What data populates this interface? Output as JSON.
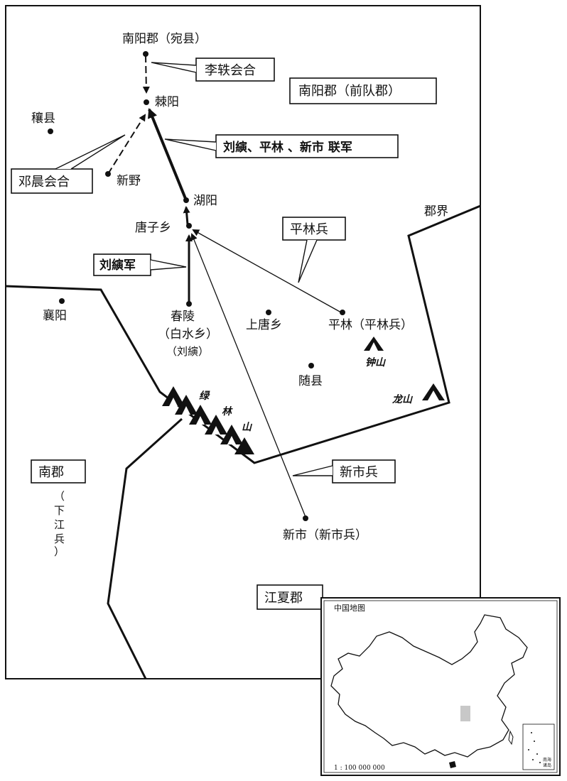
{
  "map": {
    "places": {
      "nanyang_wan": "南阳郡（宛县）",
      "jiyang": "棘阳",
      "rangxian": "穰县",
      "xinye": "新野",
      "huyang": "湖阳",
      "tangzixiang": "唐子乡",
      "xiangyang": "襄阳",
      "chunling": "春陵",
      "baishuixiang": "（白水乡）",
      "liuyan": "（刘縯）",
      "shangtangxiang": "上唐乡",
      "pinglin": "平林（平林兵）",
      "suixian": "随县",
      "xinshi": "新市（新市兵）"
    },
    "labels": {
      "li_yi_huihe": "李轶会合",
      "nanyang_qiandui": "南阳郡（前队郡）",
      "liuyan_lianjun": "刘縯、平林 、新市 联军",
      "deng_chen_huihe": "邓晨会合",
      "pinglin_bing": "平林兵",
      "liuyan_jun": "刘縯军",
      "xinshi_bing": "新市兵",
      "nanjun": "南郡",
      "xiajiang_bing": [
        "（",
        "下",
        "江",
        "兵",
        "）"
      ],
      "jiangxia": "江夏郡",
      "junjie": "郡界"
    },
    "mountains": {
      "zhongshan": "钟山",
      "longshan": "龙山",
      "lvlinshan": [
        "绿",
        "林",
        "山"
      ]
    }
  },
  "inset": {
    "title": "中国地图",
    "scale": "1 : 100 000 000",
    "south_sea": [
      "南海",
      "诸岛"
    ]
  },
  "colors": {
    "ink": "#111111",
    "paper": "#ffffff",
    "highlight": "#c8c8c8"
  }
}
